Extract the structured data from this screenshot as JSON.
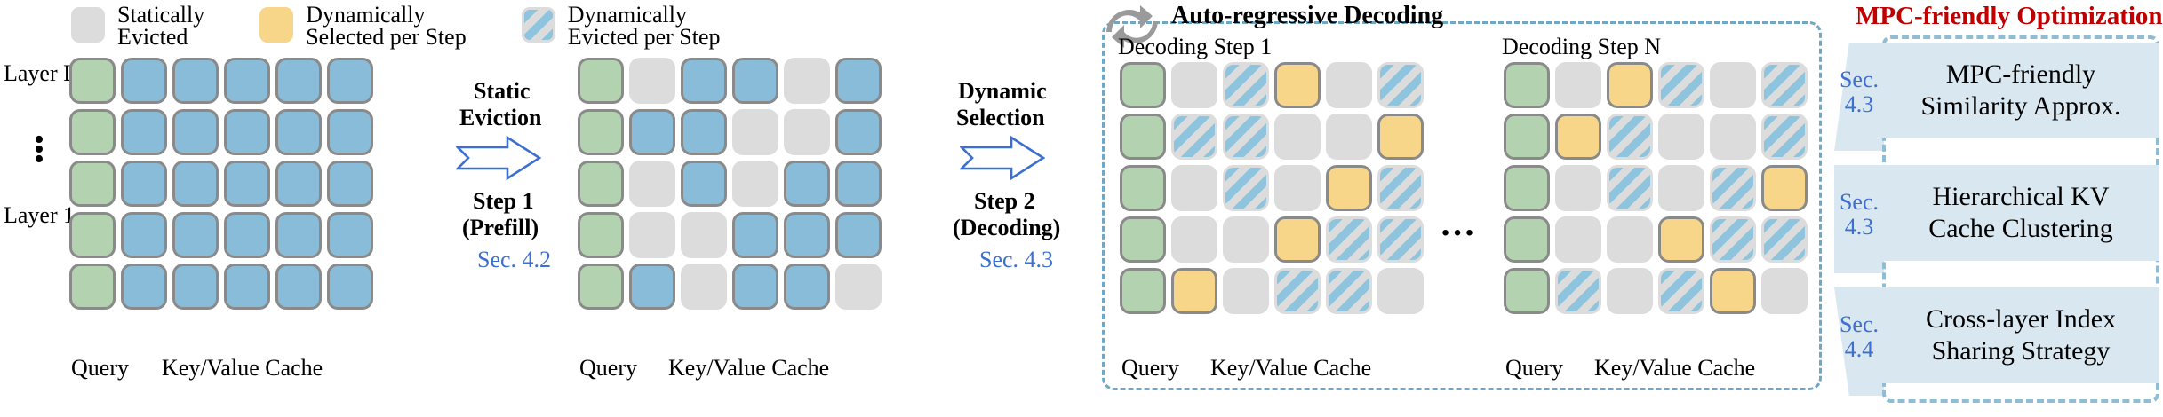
{
  "legend": {
    "items": [
      {
        "name": "statically-evicted",
        "swatch": "gray",
        "line1": "Statically",
        "line2": "Evicted"
      },
      {
        "name": "dynamically-selected",
        "swatch": "yellow",
        "line1": "Dynamically",
        "line2": "Selected per Step"
      },
      {
        "name": "dynamically-evicted",
        "swatch": "hatch",
        "line1": "Dynamically",
        "line2": "Evicted per Step"
      }
    ]
  },
  "stage1": {
    "layer_top_label": "Layer L",
    "layer_bottom_label": "Layer 1",
    "vertical_dots": "⋮",
    "axis_query": "Query",
    "axis_kv": "Key/Value Cache",
    "grid": [
      [
        "green",
        "blue",
        "blue",
        "blue",
        "blue",
        "blue"
      ],
      [
        "green",
        "blue",
        "blue",
        "blue",
        "blue",
        "blue"
      ],
      [
        "green",
        "blue",
        "blue",
        "blue",
        "blue",
        "blue"
      ],
      [
        "green",
        "blue",
        "blue",
        "blue",
        "blue",
        "blue"
      ],
      [
        "green",
        "blue",
        "blue",
        "blue",
        "blue",
        "blue"
      ]
    ]
  },
  "arrow1": {
    "title_line1": "Static",
    "title_line2": "Eviction",
    "step_line1": "Step 1",
    "step_line2": "(Prefill)",
    "section": "Sec. 4.2",
    "arrow_color": "#3d6fd0"
  },
  "stage2": {
    "axis_query": "Query",
    "axis_kv": "Key/Value Cache",
    "grid": [
      [
        "green",
        "gray",
        "blue",
        "blue",
        "gray",
        "blue"
      ],
      [
        "green",
        "blue",
        "blue",
        "gray",
        "gray",
        "blue"
      ],
      [
        "green",
        "gray",
        "blue",
        "gray",
        "blue",
        "blue"
      ],
      [
        "green",
        "gray",
        "gray",
        "blue",
        "blue",
        "blue"
      ],
      [
        "green",
        "blue",
        "gray",
        "blue",
        "blue",
        "gray"
      ]
    ]
  },
  "arrow2": {
    "title_line1": "Dynamic",
    "title_line2": "Selection",
    "step_line1": "Step 2",
    "step_line2": "(Decoding)",
    "section": "Sec. 4.3",
    "arrow_color": "#3d6fd0"
  },
  "decoding": {
    "header": "Auto-regressive Decoding",
    "ellipsis": "…",
    "steps": [
      {
        "title": "Decoding Step 1",
        "axis_query": "Query",
        "axis_kv": "Key/Value Cache",
        "grid": [
          [
            "green",
            "gray",
            "hatch",
            "yellow",
            "gray",
            "hatch"
          ],
          [
            "green",
            "hatch",
            "hatch",
            "gray",
            "gray",
            "yellow"
          ],
          [
            "green",
            "gray",
            "hatch",
            "gray",
            "yellow",
            "hatch"
          ],
          [
            "green",
            "gray",
            "gray",
            "yellow",
            "hatch",
            "hatch"
          ],
          [
            "green",
            "yellow",
            "gray",
            "hatch",
            "hatch",
            "gray"
          ]
        ]
      },
      {
        "title": "Decoding Step N",
        "axis_query": "Query",
        "axis_kv": "Key/Value Cache",
        "grid": [
          [
            "green",
            "gray",
            "yellow",
            "hatch",
            "gray",
            "hatch"
          ],
          [
            "green",
            "yellow",
            "hatch",
            "gray",
            "gray",
            "hatch"
          ],
          [
            "green",
            "gray",
            "hatch",
            "gray",
            "hatch",
            "yellow"
          ],
          [
            "green",
            "gray",
            "gray",
            "yellow",
            "hatch",
            "hatch"
          ],
          [
            "green",
            "hatch",
            "gray",
            "hatch",
            "yellow",
            "gray"
          ]
        ]
      }
    ]
  },
  "optimizations": {
    "title": "MPC-friendly Optimizations",
    "items": [
      {
        "section_line1": "Sec.",
        "section_line2": "4.3",
        "line1": "MPC-friendly",
        "line2": "Similarity Approx."
      },
      {
        "section_line1": "Sec.",
        "section_line2": "4.3",
        "line1": "Hierarchical KV",
        "line2": "Cache Clustering"
      },
      {
        "section_line1": "Sec.",
        "section_line2": "4.4",
        "line1": "Cross-layer Index",
        "line2": "Sharing Strategy"
      }
    ]
  }
}
